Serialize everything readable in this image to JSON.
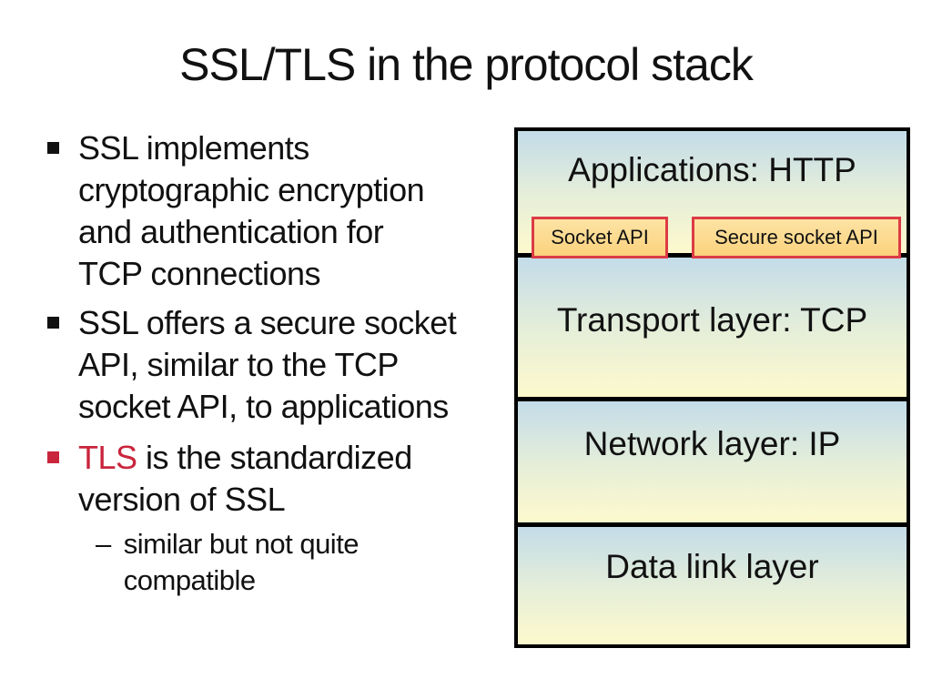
{
  "slide": {
    "title": "SSL/TLS in the protocol stack",
    "background": "#ffffff",
    "text_color": "#111111",
    "accent_red": "#c9253c"
  },
  "bullets": [
    {
      "marker": "square-icon",
      "marker_color": "#111111",
      "lines": [
        "SSL implements",
        "cryptographic encryption",
        "and authentication for",
        "TCP connections"
      ]
    },
    {
      "marker": "square-icon",
      "marker_color": "#111111",
      "lines": [
        "SSL offers a secure socket",
        "API, similar to the TCP",
        "socket API, to applications"
      ]
    },
    {
      "marker": "square-icon",
      "marker_color": "#c9253c",
      "lead": "TLS",
      "lead_color": "#c9253c",
      "lead_rest": " is the standardized",
      "line2": "version of SSL"
    }
  ],
  "sub_bullet": {
    "dash": "–",
    "lines": [
      "similar but not quite",
      "compatible"
    ]
  },
  "diagram": {
    "layers": [
      {
        "id": "applications",
        "label": "Applications: HTTP"
      },
      {
        "id": "transport",
        "label": "Transport layer: TCP"
      },
      {
        "id": "network",
        "label": "Network layer: IP"
      },
      {
        "id": "datalink",
        "label": "Data link layer"
      }
    ],
    "api_boxes": [
      {
        "label": "Socket API"
      },
      {
        "label": "Secure socket API"
      }
    ],
    "colors": {
      "border": "#000000",
      "layer_gradient_top": "#c3dce9",
      "layer_gradient_middle": "#e7efd8",
      "layer_gradient_bottom": "#fdf9cd",
      "api_box_fill_top": "#fde3a4",
      "api_box_fill_bottom": "#fbd27d",
      "api_box_border": "#dc3b45"
    }
  }
}
